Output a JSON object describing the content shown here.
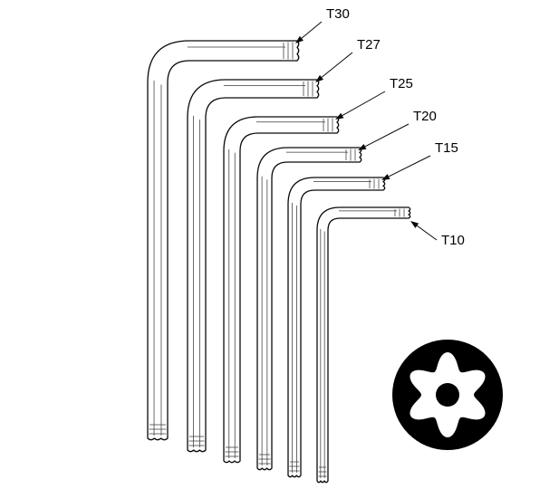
{
  "diagram": {
    "description": "Set of six L-shaped security Torx key wrenches shown in isometric line drawing, nested from largest to smallest, each tip labelled with its Torx size. A filled circular icon at bottom right shows the tamper-resistant Torx socket profile (six-lobed star with center pin).",
    "labels": [
      {
        "id": "t30",
        "text": "T30"
      },
      {
        "id": "t27",
        "text": "T27"
      },
      {
        "id": "t25",
        "text": "T25"
      },
      {
        "id": "t20",
        "text": "T20"
      },
      {
        "id": "t15",
        "text": "T15"
      },
      {
        "id": "t10",
        "text": "T10"
      }
    ],
    "icon": {
      "name": "security-torx-socket-profile"
    },
    "colors": {
      "line": "#0a0a0a",
      "detail_line": "#3a3a3a",
      "fill": "#ffffff",
      "socket_fill": "#000000",
      "socket_cutout": "#ffffff"
    }
  }
}
